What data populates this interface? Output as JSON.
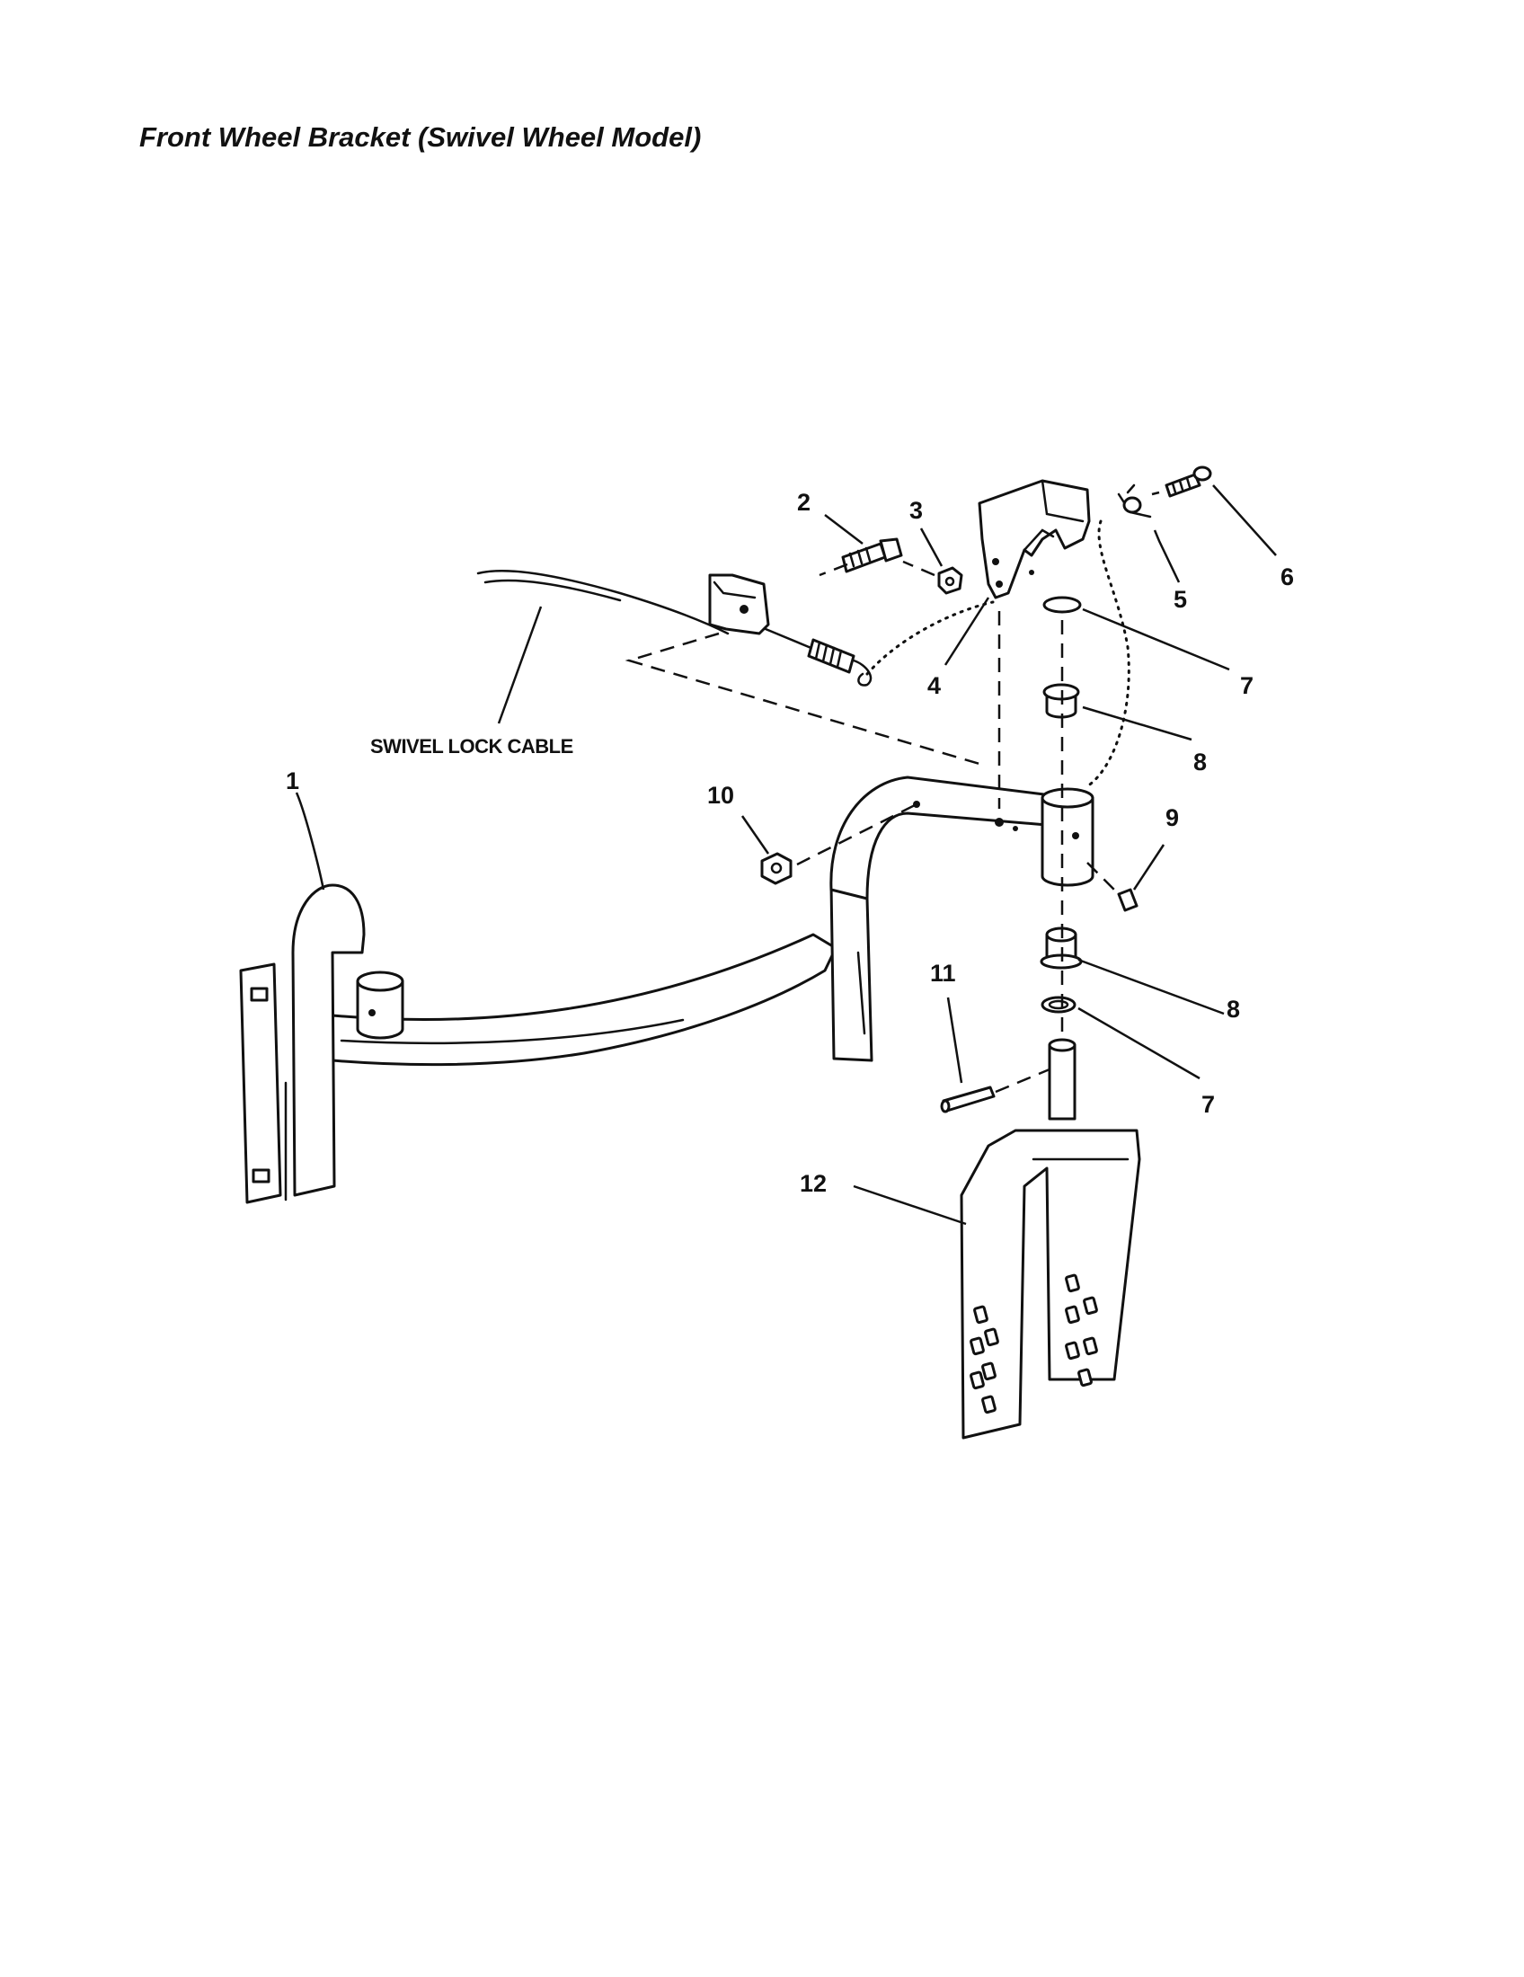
{
  "title": "Front Wheel Bracket (Swivel Wheel Model)",
  "cable_label": "SWIVEL LOCK CABLE",
  "callouts": [
    {
      "key": "c1",
      "text": "1"
    },
    {
      "key": "c2",
      "text": "2"
    },
    {
      "key": "c3",
      "text": "3"
    },
    {
      "key": "c4",
      "text": "4"
    },
    {
      "key": "c5",
      "text": "5"
    },
    {
      "key": "c6",
      "text": "6"
    },
    {
      "key": "c7a",
      "text": "7"
    },
    {
      "key": "c7b",
      "text": "7"
    },
    {
      "key": "c8a",
      "text": "8"
    },
    {
      "key": "c8b",
      "text": "8"
    },
    {
      "key": "c9",
      "text": "9"
    },
    {
      "key": "c10",
      "text": "10"
    },
    {
      "key": "c11",
      "text": "11"
    },
    {
      "key": "c12",
      "text": "12"
    }
  ]
}
